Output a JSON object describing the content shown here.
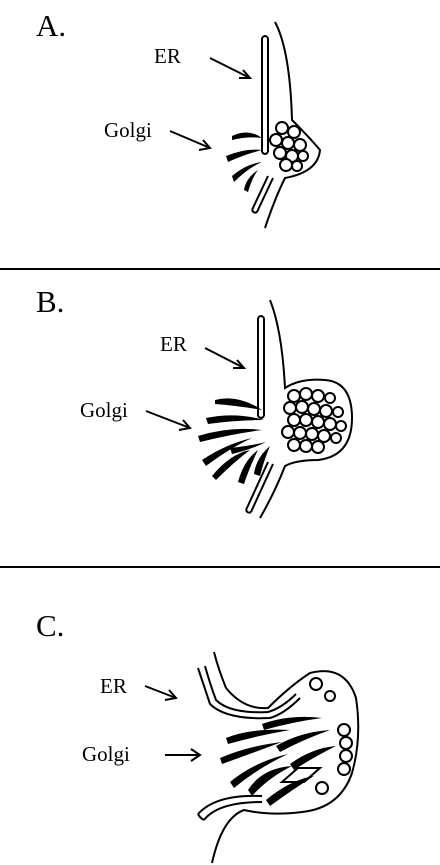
{
  "panels": [
    {
      "label": "A.",
      "er_label": "ER",
      "golgi_label": "Golgi"
    },
    {
      "label": "B.",
      "er_label": "ER",
      "golgi_label": "Golgi"
    },
    {
      "label": "C.",
      "er_label": "ER",
      "golgi_label": "Golgi"
    }
  ],
  "colors": {
    "ink": "#000000",
    "background": "#ffffff"
  }
}
